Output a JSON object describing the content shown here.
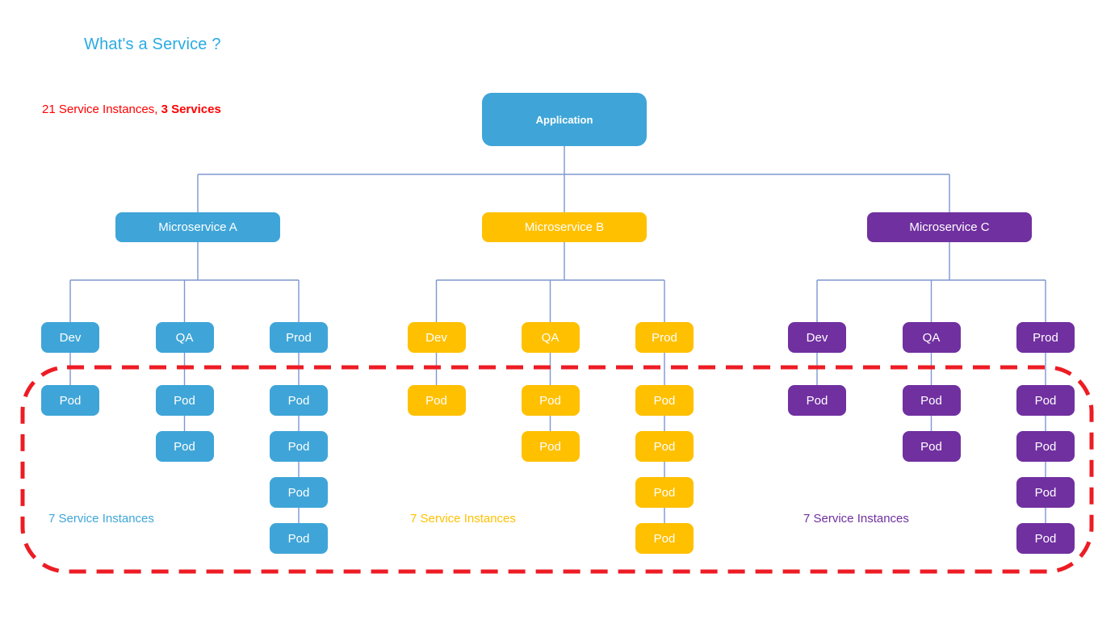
{
  "title": "What's a Service ?",
  "subtitle": {
    "normal": "21 Service Instances, ",
    "bold": "3 Services"
  },
  "application": {
    "label": "Application",
    "color": "#3FA5D8"
  },
  "services": [
    {
      "label": "Microservice A",
      "color": "#3FA5D8",
      "instances_note": "7 Service Instances",
      "environments": [
        {
          "label": "Dev",
          "pod_label": "Pod",
          "pod_count": 1
        },
        {
          "label": "QA",
          "pod_label": "Pod",
          "pod_count": 2
        },
        {
          "label": "Prod",
          "pod_label": "Pod",
          "pod_count": 4
        }
      ]
    },
    {
      "label": "Microservice B",
      "color": "#FFC000",
      "instances_note": "7 Service Instances",
      "environments": [
        {
          "label": "Dev",
          "pod_label": "Pod",
          "pod_count": 1
        },
        {
          "label": "QA",
          "pod_label": "Pod",
          "pod_count": 2
        },
        {
          "label": "Prod",
          "pod_label": "Pod",
          "pod_count": 4
        }
      ]
    },
    {
      "label": "Microservice C",
      "color": "#7030A0",
      "instances_note": "7 Service Instances",
      "environments": [
        {
          "label": "Dev",
          "pod_label": "Pod",
          "pod_count": 1
        },
        {
          "label": "QA",
          "pod_label": "Pod",
          "pod_count": 2
        },
        {
          "label": "Prod",
          "pod_label": "Pod",
          "pod_count": 4
        }
      ]
    }
  ],
  "colors": {
    "title": "#29ABE2",
    "subtitle": "#FF0000",
    "connector": "#7E97CF",
    "dashed_outline": "#ED1C24",
    "box_text": "#FFFFFF"
  }
}
